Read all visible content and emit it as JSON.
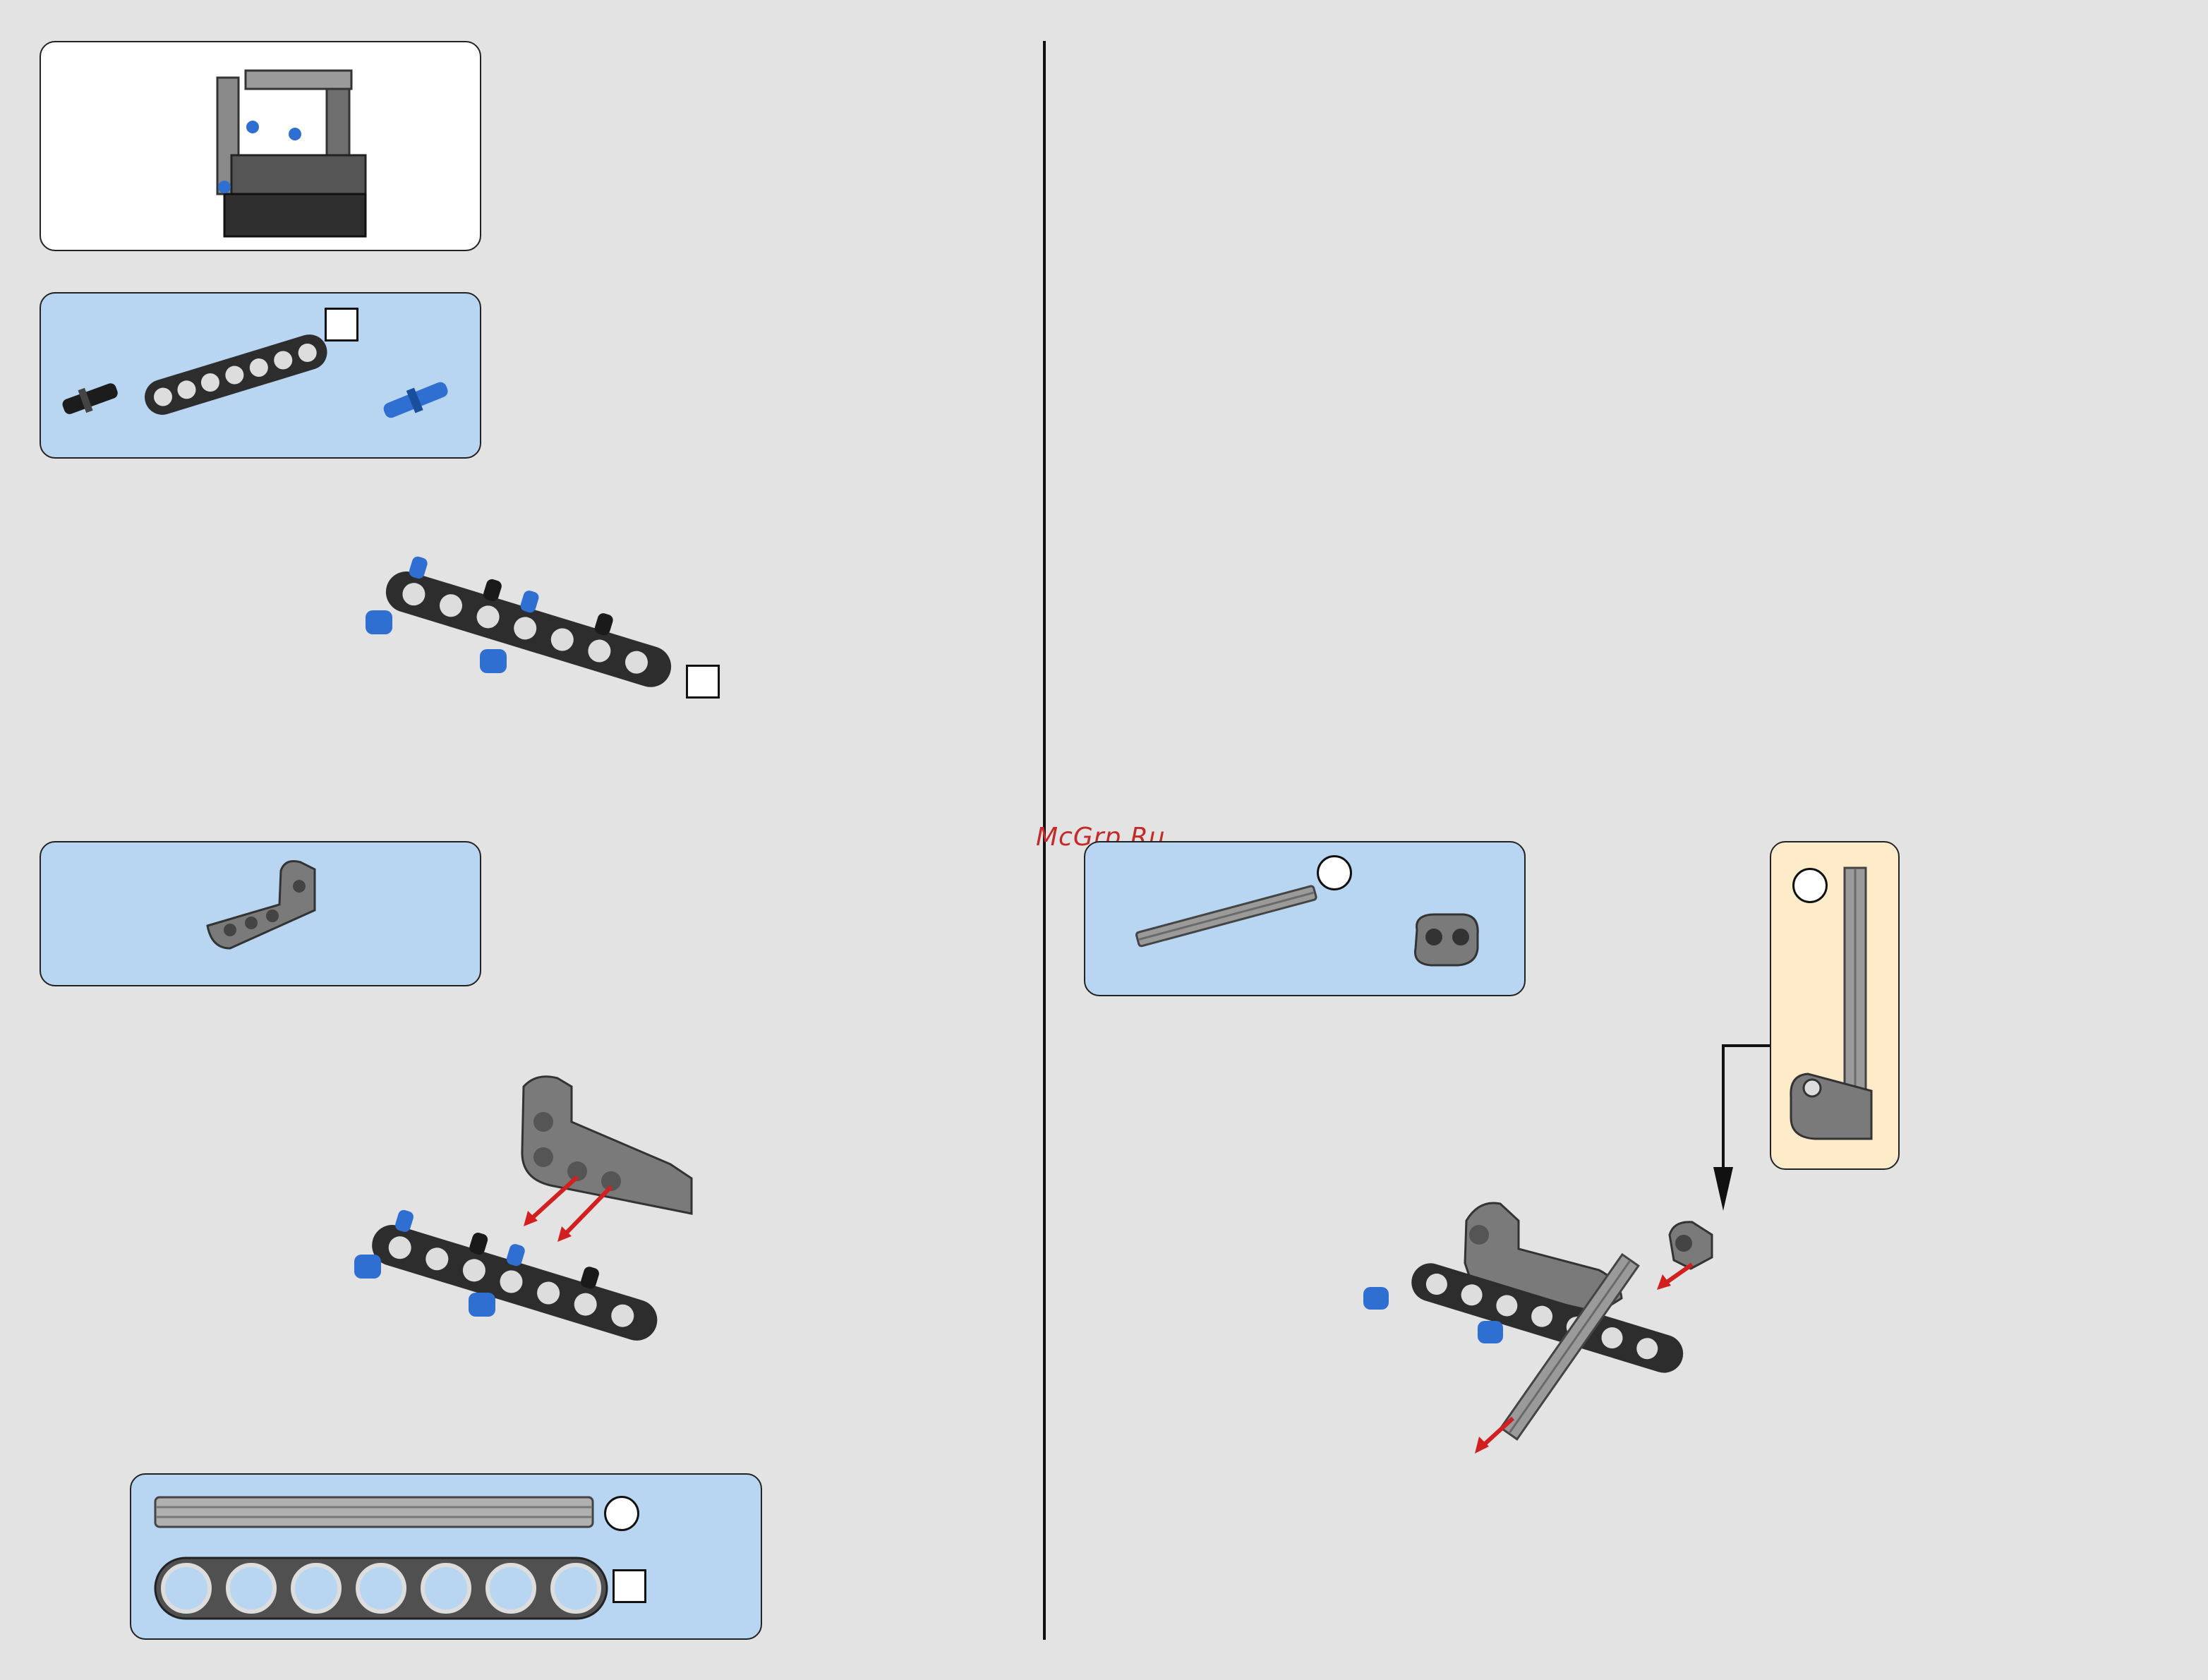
{
  "watermark": "McGrp.Ru",
  "colors": {
    "page_background": "#e3e3e3",
    "parts_panel": "#b8d5f1",
    "subassembly_panel": "#fdebc9",
    "beam_black": "#2d2d2d",
    "pin_blue": "#2f6fd1",
    "arrow_red": "#d22020",
    "part_gray": "#7a7a7a"
  },
  "icons": [
    "assembly-preview",
    "friction-pin-black",
    "beam-7-black",
    "axle-pin-blue",
    "beam-assembly",
    "l-beam-gray",
    "axle-gray",
    "connector-gray",
    "axle-rail-subassembly",
    "attach-arrow"
  ]
}
